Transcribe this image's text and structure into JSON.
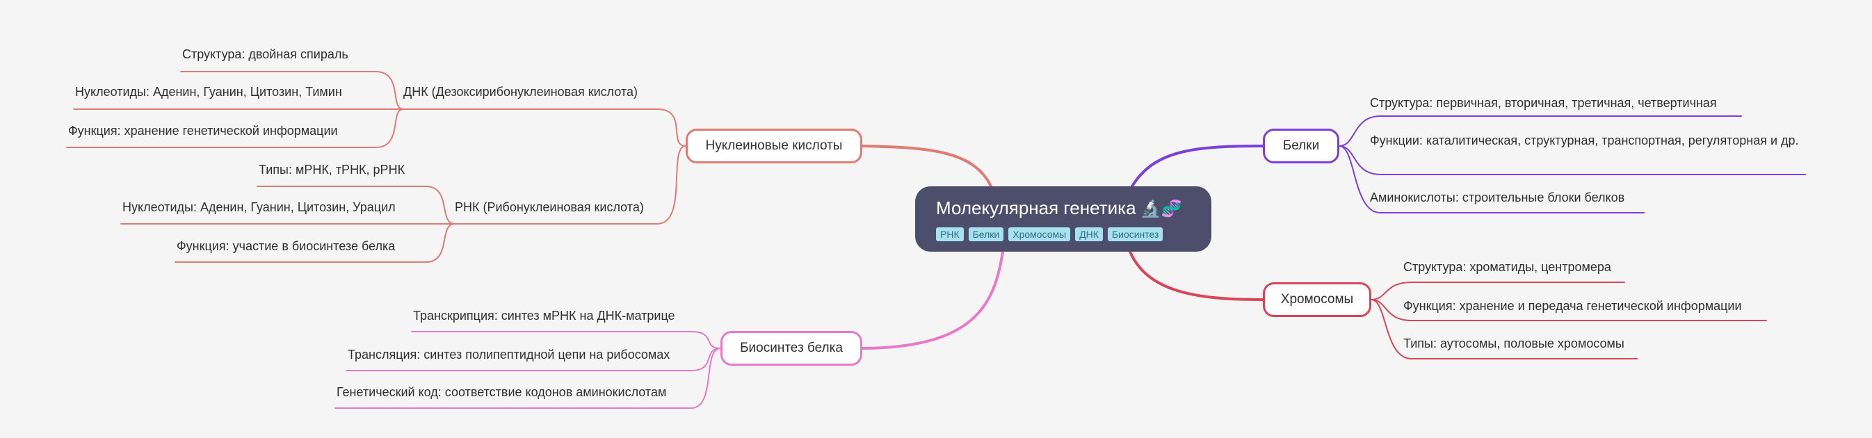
{
  "central": {
    "title": "Молекулярная генетика",
    "emoji": "🔬🧬",
    "tags": [
      "РНК",
      "Белки",
      "Хромосомы",
      "ДНК",
      "Биосинтез"
    ]
  },
  "colors": {
    "background": "#f5f5f5",
    "central_bg": "#4d4e6c",
    "tag_bg": "#a9e2ef",
    "nucleic": "#e07b74",
    "biosynth": "#e879c9",
    "proteins": "#7b3fe0",
    "chromosomes": "#d94557"
  },
  "branches": {
    "nucleic": {
      "label": "Нуклеиновые кислоты",
      "dna": {
        "label": "ДНК (Дезоксирибонуклеиновая кислота)",
        "items": [
          "Структура: двойная спираль",
          "Нуклеотиды: Аденин, Гуанин, Цитозин, Тимин",
          "Функция: хранение генетической информации"
        ]
      },
      "rna": {
        "label": "РНК (Рибонуклеиновая кислота)",
        "items": [
          "Типы: мРНК, тРНК, рРНК",
          "Нуклеотиды: Аденин, Гуанин, Цитозин, Урацил",
          "Функция: участие в биосинтезе белка"
        ]
      }
    },
    "biosynthesis": {
      "label": "Биосинтез белка",
      "items": [
        "Транскрипция: синтез мРНК на ДНК-матрице",
        "Трансляция: синтез полипептидной цепи на рибосомах",
        "Генетический код: соответствие кодонов аминокислотам"
      ]
    },
    "proteins": {
      "label": "Белки",
      "items": [
        "Структура: первичная, вторичная, третичная, четвертичная",
        "Функции: каталитическая, структурная, транспортная, регуляторная и др.",
        "Аминокислоты: строительные блоки белков"
      ]
    },
    "chromosomes": {
      "label": "Хромосомы",
      "items": [
        "Структура: хроматиды, центромера",
        "Функция: хранение и передача генетической информации",
        "Типы: аутосомы, половые хромосомы"
      ]
    }
  }
}
